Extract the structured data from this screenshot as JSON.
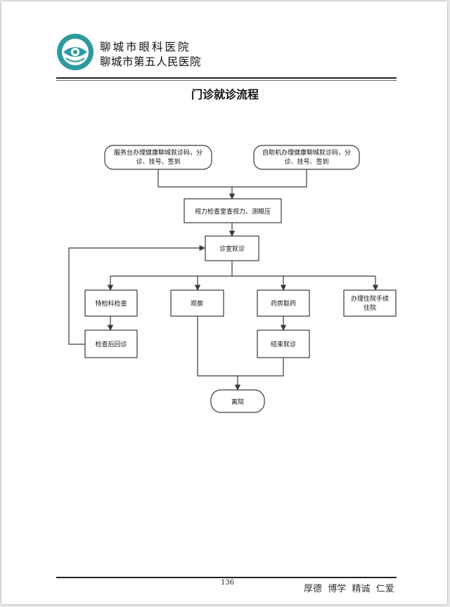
{
  "header": {
    "hospital_name_1": "聊城市眼科医院",
    "hospital_name_2": "聊城市第五人民医院"
  },
  "title": "门诊就诊流程",
  "flowchart": {
    "nodes": {
      "service_desk": [
        "服务台办理健康聊城就诊码，分",
        "诊、挂号、签到"
      ],
      "self_service": [
        "自助机办理健康聊城就诊码，分",
        "诊、挂号、签到"
      ],
      "vision_check": "视力检查室查视力、测眼压",
      "consult_room": "诊室就诊",
      "special_exam": "特检科检查",
      "observe": "观察",
      "pharmacy": "药房取药",
      "inpatient": [
        "办理住院手续",
        "住院"
      ],
      "post_exam_revisit": "检查后回诊",
      "end_visit": "结束就诊",
      "leave": "离院"
    }
  },
  "footer": {
    "page_number": "136",
    "motto": "厚德  博学  精诚  仁爱"
  },
  "colors": {
    "logo_teal": "#2e9aa0",
    "line": "#3a3a3a"
  }
}
